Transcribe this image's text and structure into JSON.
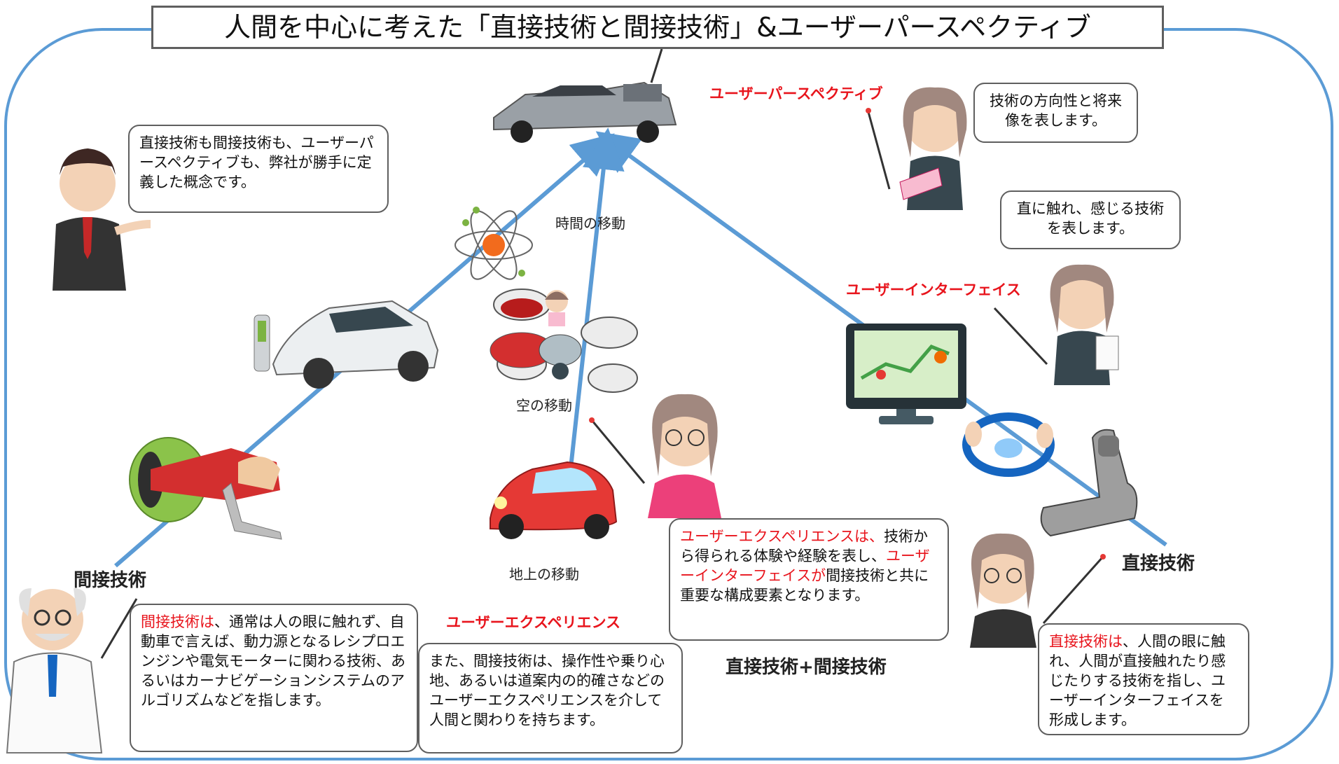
{
  "title": "人間を中心に考えた「直接技術と間接技術」&ユーザーパースペクティブ",
  "labels": {
    "time_move": "時間の移動",
    "sky_move": "空の移動",
    "ground_move": "地上の移動",
    "user_perspective": "ユーザーパースペクティブ",
    "user_interface": "ユーザーインターフェイス",
    "user_experience": "ユーザーエクスペリエンス",
    "indirect_tech": "間接技術",
    "direct_tech": "直接技術",
    "direct_plus_indirect": "直接技術+間接技術"
  },
  "bubbles": {
    "concept": "直接技術も間接技術も、ユーザーパースペクティブも、弊社が勝手に定義した概念です。",
    "perspective": "技術の方向性と将来像を表します。",
    "touch": "直に触れ、感じる技術を表します。",
    "ux_red1": "ユーザーエクスペリエンスは、",
    "ux_text1": "技術から得られる体験や経験を表し、",
    "ux_red2": "ユーザーインターフェイスが",
    "ux_text2": "間接技術と共に重要な構成要素となります。",
    "indirect_red": "間接技術は",
    "indirect_text": "、通常は人の眼に触れず、自動車で言えば、動力源となるレシプロエンジンや電気モーターに関わる技術、あるいはカーナビゲーションシステムのアルゴリズムなどを指します。",
    "ux_detail": "また、間接技術は、操作性や乗り心地、あるいは道案内の的確さなどのユーザーエクスペリエンスを介して人間と関わりを持ちます。",
    "direct_red": "直接技術は",
    "direct_text": "、人間の眼に触れ、人間が直接触れたり感じたりする技術を指し、ユーザーインターフェイスを形成します。"
  },
  "colors": {
    "accent_blue": "#5b9bd5",
    "label_red": "#e8141c",
    "border_gray": "#5f5f5f"
  },
  "icons": [
    "time-machine-car-icon",
    "atom-icon",
    "electric-car-icon",
    "fuel-nozzle-icon",
    "drone-icon",
    "red-car-icon",
    "navigation-monitor-icon",
    "steering-wheel-icon",
    "car-seat-icon",
    "businessman-icon",
    "professor-icon",
    "presenter-woman-icon"
  ]
}
